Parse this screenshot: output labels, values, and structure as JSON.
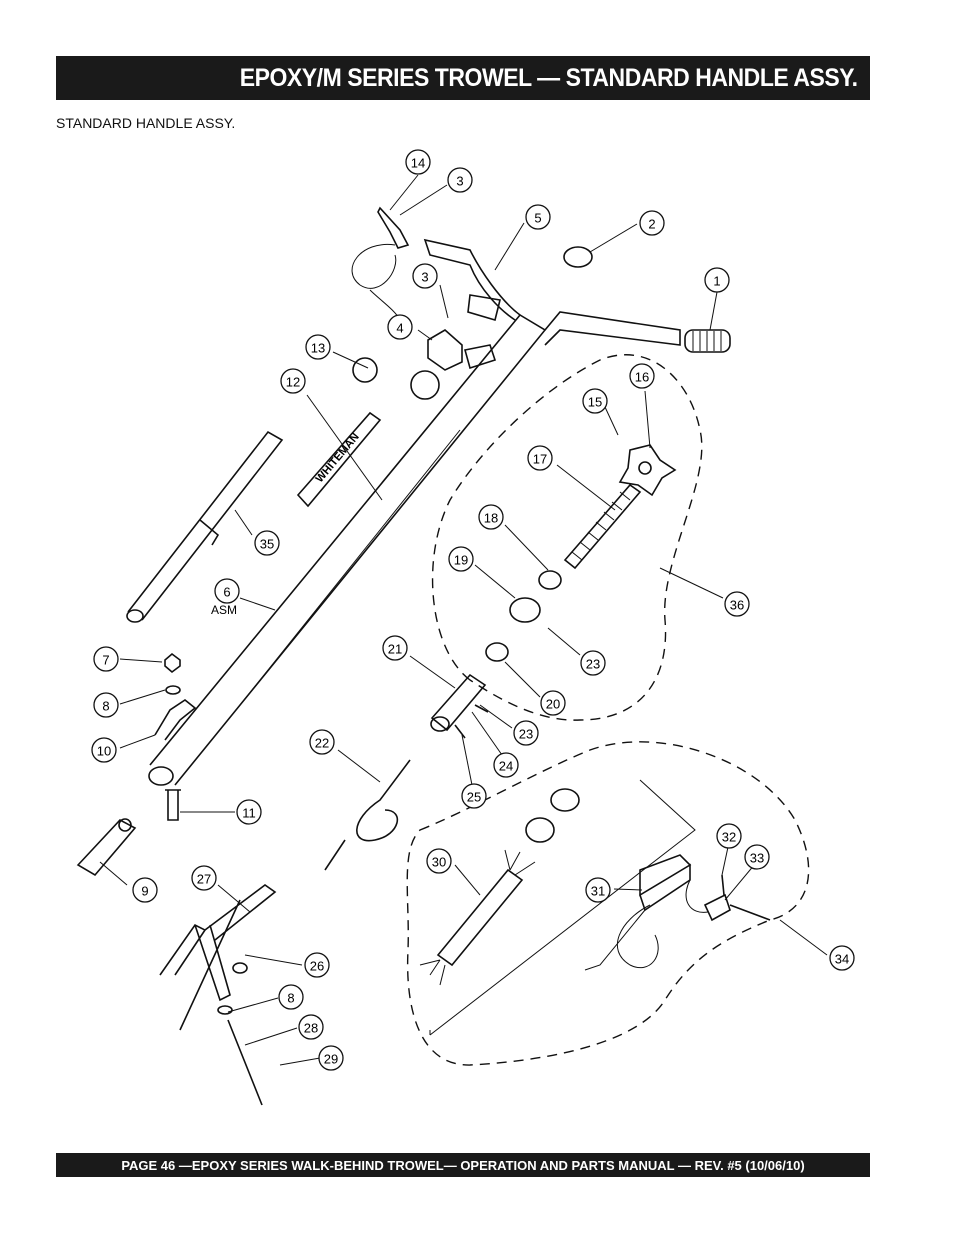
{
  "header": {
    "title": "EPOXY/M SERIES TROWEL —  STANDARD HANDLE ASSY."
  },
  "section": {
    "subtitle": "STANDARD HANDLE ASSY."
  },
  "footer": {
    "text": "PAGE 46 —EPOXY  SERIES WALK-BEHIND TROWEL— OPERATION AND PARTS MANUAL — REV. #5 (10/06/10)"
  },
  "diagram": {
    "callouts": [
      "14",
      "3",
      "5",
      "2",
      "1",
      "3",
      "4",
      "13",
      "12",
      "16",
      "15",
      "17",
      "18",
      "35",
      "19",
      "6",
      "36",
      "23",
      "21",
      "7",
      "20",
      "8",
      "23",
      "10",
      "24",
      "22",
      "25",
      "11",
      "32",
      "30",
      "33",
      "31",
      "9",
      "27",
      "34",
      "26",
      "8",
      "28",
      "29"
    ],
    "asm_note": "ASM",
    "brand_decal": "WHITEMAN"
  }
}
